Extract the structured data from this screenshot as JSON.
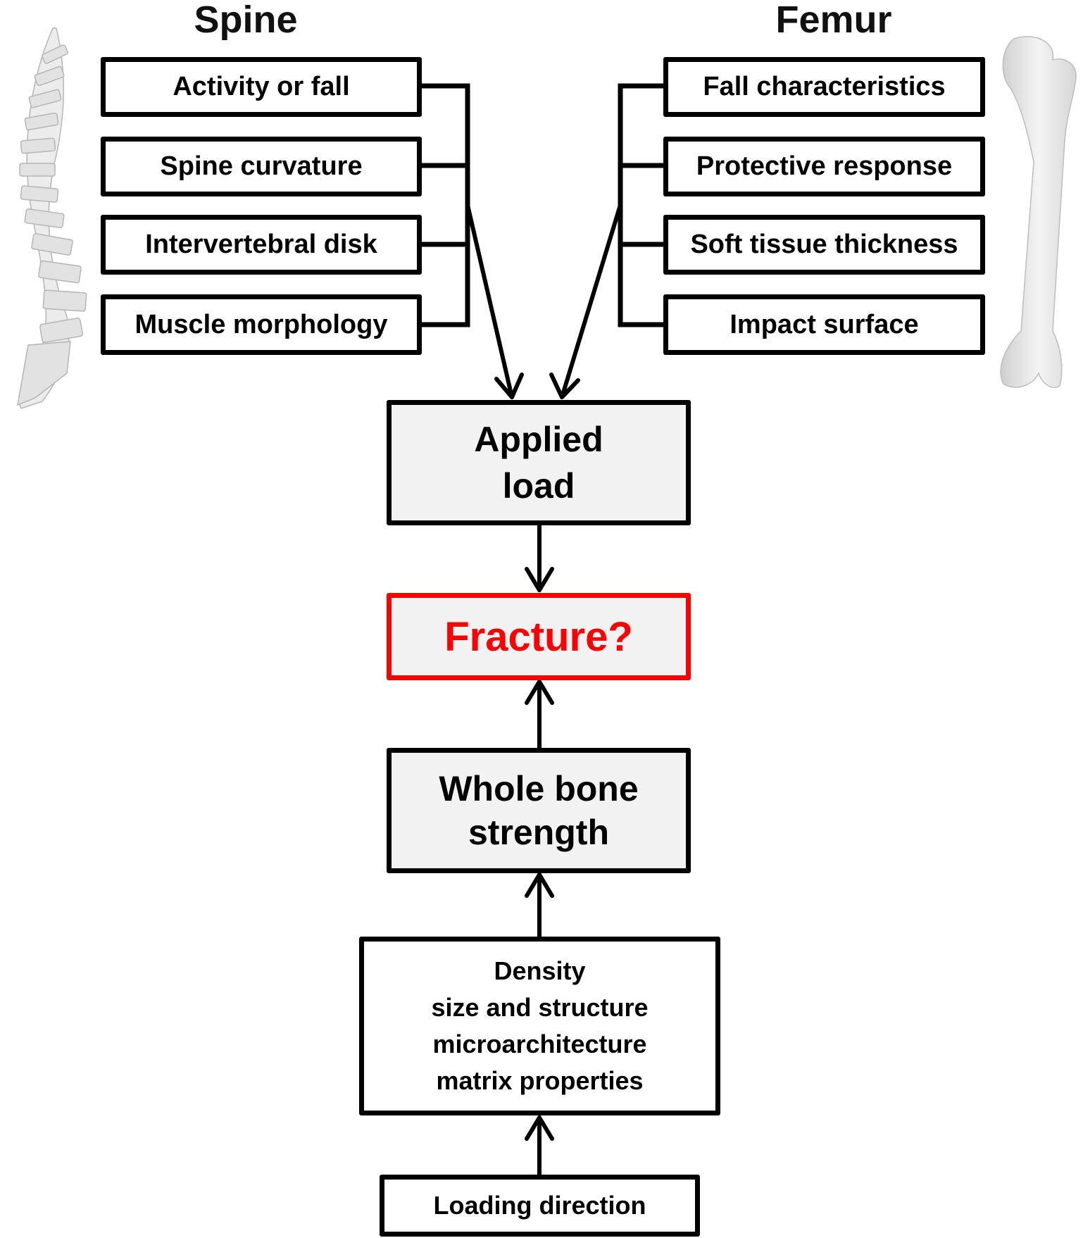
{
  "spine": {
    "title": "Spine",
    "factors": [
      "Activity or fall",
      "Spine curvature",
      "Intervertebral disk",
      "Muscle morphology"
    ]
  },
  "femur": {
    "title": "Femur",
    "factors": [
      "Fall characteristics",
      "Protective response",
      "Soft tissue thickness",
      "Impact surface"
    ]
  },
  "center": {
    "applied_load": [
      "Applied",
      "load"
    ],
    "fracture": "Fracture?",
    "whole_bone_strength": [
      "Whole bone",
      "strength"
    ],
    "determinants": [
      "Density",
      "size and structure",
      "microarchitecture",
      "matrix properties"
    ],
    "loading_direction": "Loading direction"
  },
  "colors": {
    "line": "#000000",
    "fracture": "#ff0000",
    "box_fill_gray": "#f2f2f2",
    "bone": "#e6e6e6"
  }
}
